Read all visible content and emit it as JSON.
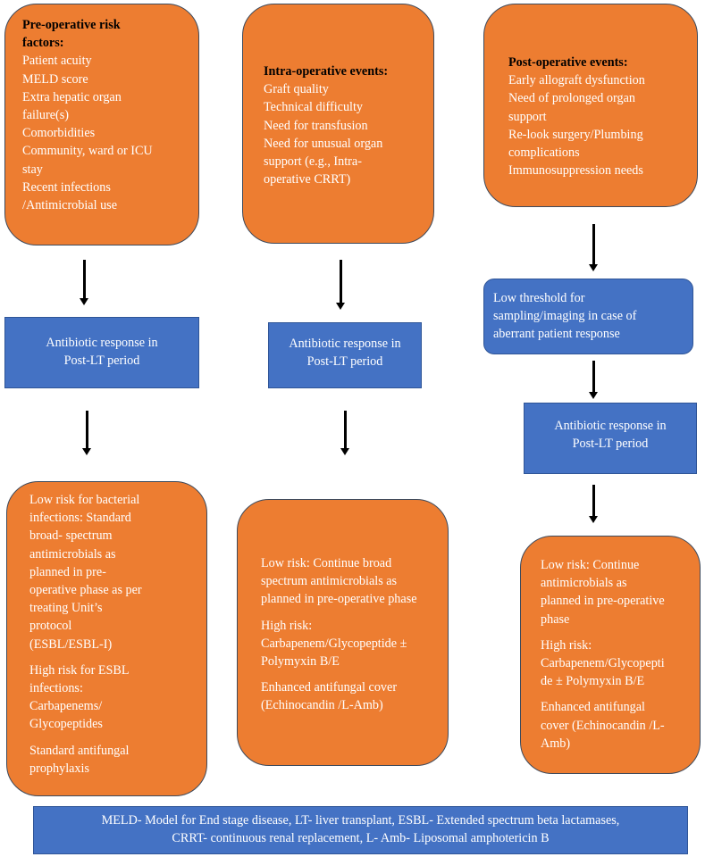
{
  "col1": {
    "risk_box": {
      "title": [
        "Pre-operative risk",
        "factors:"
      ],
      "lines": [
        "Patient acuity",
        "MELD score",
        "Extra hepatic organ",
        "failure(s)",
        "Comorbidities",
        "Community, ward or ICU",
        "stay",
        "Recent infections",
        "/Antimicrobial use"
      ]
    },
    "response_box": [
      "Antibiotic response in",
      "Post-LT period"
    ],
    "outcome_box": {
      "low": [
        "Low risk for bacterial",
        "infections: Standard",
        "broad- spectrum",
        "antimicrobials as",
        "planned in pre-",
        "operative phase as per",
        "treating Unit’s",
        "protocol",
        "(ESBL/ESBL-I)"
      ],
      "high": [
        "High risk for ESBL",
        "infections:",
        "Carbapenems/",
        "Glycopeptides"
      ],
      "antifungal": [
        "Standard antifungal",
        "prophylaxis"
      ]
    }
  },
  "col2": {
    "risk_box": {
      "title": [
        "Intra-operative events:"
      ],
      "lines": [
        "Graft quality",
        "Technical difficulty",
        "Need for transfusion",
        "Need for unusual organ",
        "support (e.g., Intra-",
        "operative CRRT)"
      ]
    },
    "response_box": [
      "Antibiotic response in",
      "Post-LT period"
    ],
    "outcome_box": {
      "low": [
        "Low risk: Continue broad",
        "spectrum antimicrobials as",
        "planned in pre-operative phase"
      ],
      "high": [
        "High risk:",
        "Carbapenem/Glycopeptide ±",
        "Polymyxin B/E"
      ],
      "antifungal": [
        "Enhanced antifungal cover",
        "(Echinocandin /L-Amb)"
      ]
    }
  },
  "col3": {
    "risk_box": {
      "title": [
        "Post-operative events:"
      ],
      "lines": [
        "Early allograft dysfunction",
        "Need of prolonged organ",
        "support",
        "Re-look surgery/Plumbing",
        "complications",
        "Immunosuppression needs"
      ]
    },
    "threshold_box": [
      "Low threshold for",
      "sampling/imaging in case of",
      "aberrant patient response"
    ],
    "response_box": [
      "Antibiotic response in",
      "Post-LT period"
    ],
    "outcome_box": {
      "low": [
        "Low risk: Continue",
        "antimicrobials as",
        "planned in pre-operative",
        "phase"
      ],
      "high": [
        "High risk:",
        "Carbapenem/Glycopepti",
        "de ± Polymyxin B/E"
      ],
      "antifungal": [
        "Enhanced antifungal",
        "cover (Echinocandin /L-",
        "Amb)"
      ]
    }
  },
  "footer": [
    "MELD- Model for End stage disease, LT- liver transplant, ESBL- Extended spectrum beta lactamases,",
    "CRRT- continuous renal replacement, L- Amb-  Liposomal amphotericin B"
  ],
  "colors": {
    "orange": "#ED7D31",
    "blue": "#4472C4",
    "border": "#3d4a5c",
    "arrow": "#000000"
  }
}
